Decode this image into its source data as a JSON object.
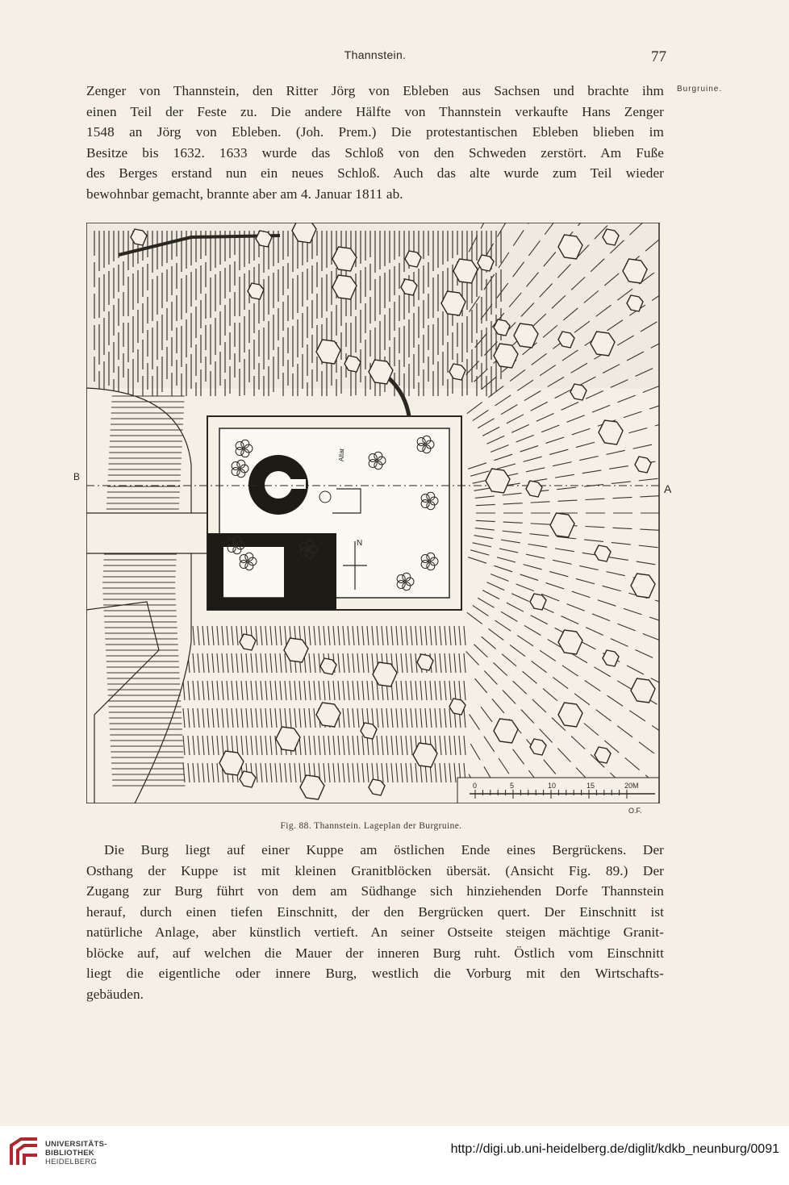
{
  "running_head": "Thannstein.",
  "page_number": "77",
  "marginal_note": "Burgruine.",
  "paragraph_1": [
    "Zenger von Thannstein, den Ritter Jörg von Ebleben aus Sachsen und brachte ihm",
    "einen Teil der Feste zu. Die andere Hälfte von Thannstein verkaufte Hans Zenger",
    "1548 an Jörg von Ebleben. (Joh. Prem.) Die protestantischen Ebleben blieben im",
    "Besitze bis 1632. 1633 wurde das Schloß von den Schweden zerstört. Am Fuße",
    "des Berges erstand nun ein neues Schloß. Auch das alte wurde zum Teil wieder",
    "bewohnbar gemacht, brannte aber am 4. Januar 1811 ab."
  ],
  "figure": {
    "label_b": "B",
    "label_a": "A",
    "label_north": "N",
    "label_altar": "Altar",
    "scale_ticks": [
      "0",
      "5",
      "10",
      "15",
      "20M"
    ],
    "signature": "O.F.",
    "caption": "Fig. 88.  Thannstein.  Lageplan der Burgruine."
  },
  "paragraph_2": [
    "Die Burg liegt auf einer Kuppe am östlichen Ende eines Bergrückens. Der",
    "Osthang der Kuppe ist mit kleinen Granitblöcken übersät. (Ansicht Fig. 89.) Der",
    "Zugang zur Burg führt von dem am Südhange sich hinziehenden Dorfe Thannstein",
    "herauf, durch einen tiefen Einschnitt, der den Bergrücken quert. Der Einschnitt ist",
    "natürliche Anlage, aber künstlich vertieft. An seiner Ostseite steigen mächtige Granit-",
    "blöcke auf, auf welchen die Mauer der inneren Burg ruht. Östlich vom Einschnitt",
    "liegt die eigentliche oder innere Burg, westlich die Vorburg mit den Wirtschafts-",
    "gebäuden."
  ],
  "footer": {
    "logo_lines": [
      "UNIVERSITÄTS-",
      "BIBLIOTHEK",
      "HEIDELBERG"
    ],
    "url": "http://digi.ub.uni-heidelberg.de/diglit/kdkb_neunburg/0091"
  },
  "colors": {
    "paper": "#f4f0e6",
    "ink": "#2a2622",
    "logo_red": "#b3262d"
  }
}
